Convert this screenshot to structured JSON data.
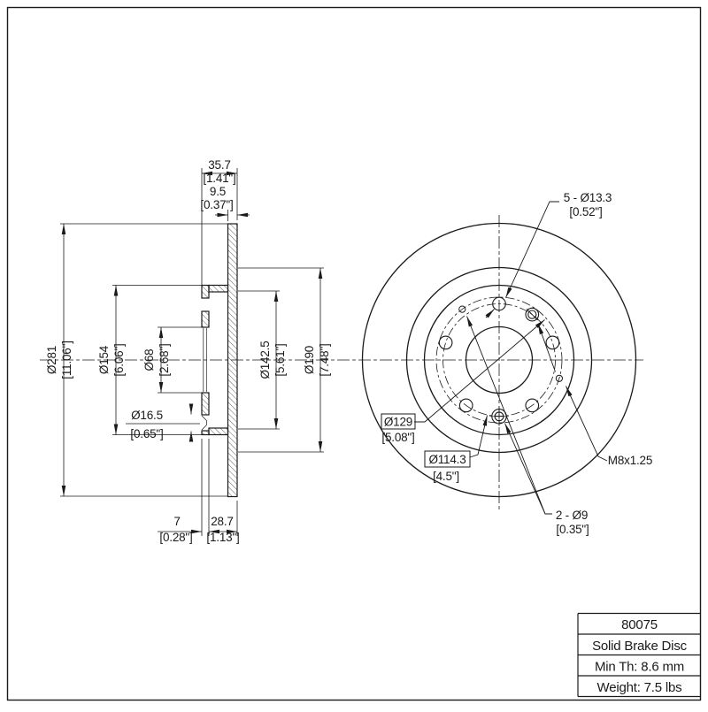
{
  "colors": {
    "line": "#1a1a1a",
    "background": "#ffffff"
  },
  "section_view": {
    "overall_width_mm": "35.7",
    "overall_width_in": "[1.41\"]",
    "disc_thickness_mm": "9.5",
    "disc_thickness_in": "[0.37\"]",
    "outer_diameter_mm": "Ø281",
    "outer_diameter_in": "[11.06\"]",
    "hat_diameter_mm": "Ø154",
    "hat_diameter_in": "[6.06\"]",
    "center_bore_mm": "Ø68",
    "center_bore_in": "[2.68\"]",
    "countersink_mm": "Ø16.5",
    "countersink_in": "[0.65\"]",
    "pad_inner_diameter_mm": "Ø142.5",
    "pad_inner_diameter_in": "[5.61\"]",
    "hat_outer_diameter_mm": "Ø190",
    "hat_outer_diameter_in": "[7.48\"]",
    "hat_plate_thickness_mm": "7",
    "hat_plate_thickness_in": "[0.28\"]",
    "hat_depth_mm": "28.7",
    "hat_depth_in": "[1.13\"]"
  },
  "front_view": {
    "lug_holes_mm": "5 - Ø13.3",
    "lug_holes_in": "[0.52\"]",
    "screw_circle_mm": "Ø129",
    "screw_circle_in": "[5.08\"]",
    "bolt_circle_mm": "Ø114.3",
    "bolt_circle_in": "[4.5\"]",
    "thread_spec": "M8x1.25",
    "screw_holes_mm": "2 - Ø9",
    "screw_holes_in": "[0.35\"]"
  },
  "title_block": {
    "part_number": "80075",
    "product_name": "Solid Brake Disc",
    "min_thickness": "Min Th: 8.6 mm",
    "weight": "Weight: 7.5 lbs"
  }
}
